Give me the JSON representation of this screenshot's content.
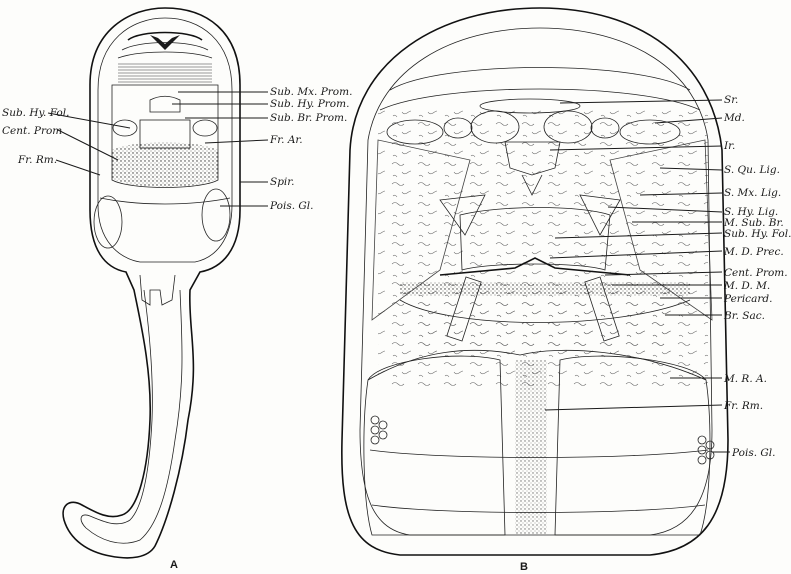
{
  "figure": {
    "panel_a": {
      "caption": "A",
      "labels": {
        "sub_mx_prom": "Sub. Mx. Prom.",
        "sub_hy_prom": "Sub. Hy. Prom.",
        "sub_br_prom": "Sub. Br. Prom.",
        "sub_hy_fol": "Sub. Hy. Fol.",
        "cent_prom": "Cent. Prom",
        "fr_ar": "Fr. Ar.",
        "fr_rm": "Fr. Rm.",
        "spir": "Spir.",
        "pois_gl": "Pois. Gl."
      }
    },
    "panel_b": {
      "caption": "B",
      "labels": {
        "sr": "Sr.",
        "md": "Md.",
        "ir": "Ir.",
        "s_qu_lig": "S. Qu. Lig.",
        "s_mx_lig": "S. Mx. Lig.",
        "s_hy_lig": "S. Hy. Lig.",
        "m_sub_br": "M. Sub. Br.",
        "sub_hy_fol": "Sub. Hy. Fol.",
        "m_d_prec": "M. D. Prec.",
        "cent_prom": "Cent. Prom.",
        "m_d_m": "M. D. M.",
        "pericard": "Pericard.",
        "br_sac": "Br. Sac.",
        "m_r_a": "M. R. A.",
        "fr_rm": "Fr. Rm.",
        "pois_gl": "Pois. Gl."
      }
    }
  }
}
